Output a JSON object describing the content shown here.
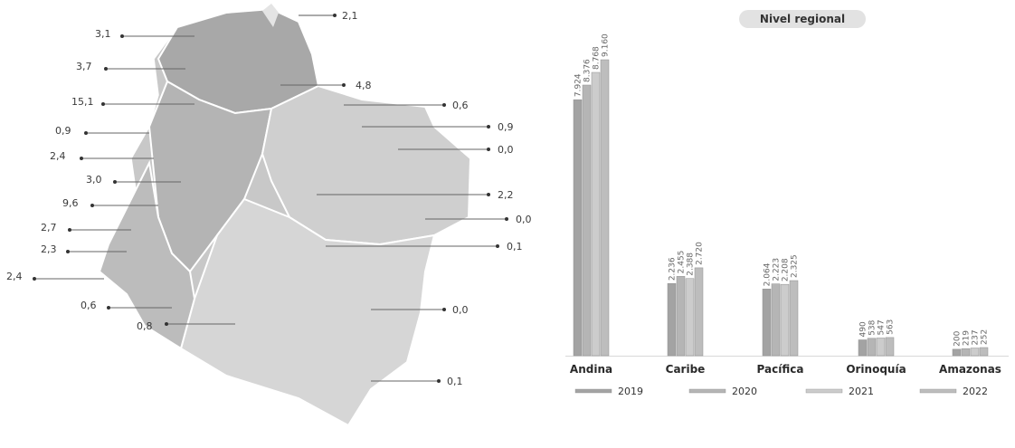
{
  "header": {
    "subtitle": "Nivel regional",
    "top_label": "2,1"
  },
  "map": {
    "left_labels": [
      "3,1",
      "3,7",
      "15,1",
      "0,9",
      "2,4",
      "3,0",
      "9,6",
      "2,7",
      "2,3",
      "2,4",
      "0,6",
      "0,8"
    ],
    "right_labels": [
      "4,8",
      "0,6",
      "0,9",
      "0,0",
      "2,2",
      "0,0",
      "0,1",
      "0,0",
      "0,1"
    ]
  },
  "chart_data": {
    "type": "bar",
    "categories": [
      "Andina",
      "Caribe",
      "Pacífica",
      "Orinoquía",
      "Amazonas"
    ],
    "series": [
      {
        "name": "2019",
        "values": [
          7924,
          2236,
          2064,
          490,
          200
        ],
        "labels": [
          "7.924",
          "2.236",
          "2.064",
          "490",
          "200"
        ]
      },
      {
        "name": "2020",
        "values": [
          8376,
          2455,
          2223,
          538,
          219
        ],
        "labels": [
          "8.376",
          "2.455",
          "2.223",
          "538",
          "219"
        ]
      },
      {
        "name": "2021",
        "values": [
          8768,
          2388,
          2208,
          547,
          237
        ],
        "labels": [
          "8.768",
          "2.388",
          "2.208",
          "547",
          "237"
        ]
      },
      {
        "name": "2022",
        "values": [
          9160,
          2720,
          2325,
          563,
          252
        ],
        "labels": [
          "9.160",
          "2.720",
          "2.325",
          "563",
          "252"
        ]
      }
    ],
    "colors": [
      "#a3a3a3",
      "#b5b5b5",
      "#cccccc",
      "#bdbdbd"
    ],
    "ylim": [
      0,
      9600
    ]
  }
}
